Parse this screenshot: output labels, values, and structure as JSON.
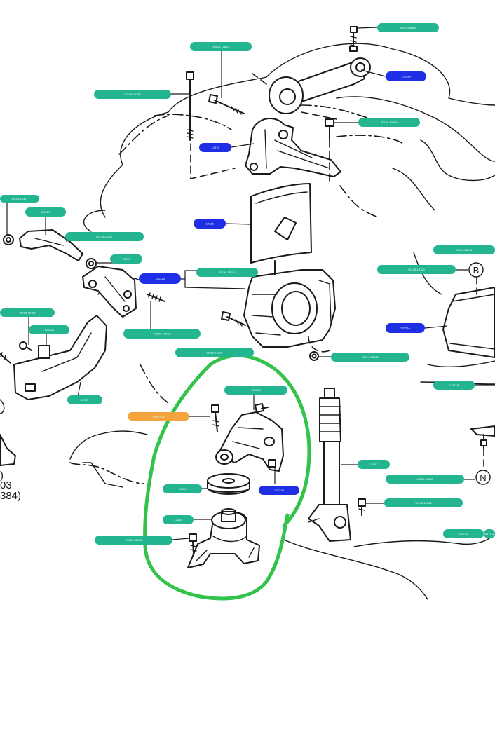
{
  "colors": {
    "teal": "#23b58f",
    "blue": "#1f2fe6",
    "orange": "#f3a43c",
    "highlight": "#33c24a",
    "ink": "#1a1a1a"
  },
  "callouts": {
    "c1": {
      "text": "90119-08688",
      "color": "teal"
    },
    "c2": {
      "text": "90119-10622",
      "color": "teal"
    },
    "c3": {
      "text": "12363A",
      "color": "blue"
    },
    "c4": {
      "text": "90119-10798",
      "color": "teal"
    },
    "c5": {
      "text": "90109-10403",
      "color": "teal"
    },
    "c6": {
      "text": "12315",
      "color": "blue"
    },
    "c7": {
      "text": "12316",
      "color": "blue"
    },
    "c8": {
      "text": "90119-10327",
      "color": "teal"
    },
    "c9": {
      "text": "12372G",
      "color": "teal"
    },
    "c10": {
      "text": "90179-10167",
      "color": "teal"
    },
    "c11": {
      "text": "12371",
      "color": "teal"
    },
    "c12": {
      "text": "12371A",
      "color": "blue"
    },
    "c13": {
      "text": "90126-10010",
      "color": "teal"
    },
    "c14": {
      "text": "90119-10251",
      "color": "teal"
    },
    "c15": {
      "text": "90105-10305",
      "color": "teal"
    },
    "c16": {
      "text": "90119-08459",
      "color": "teal"
    },
    "c17": {
      "text": "12372A",
      "color": "teal"
    },
    "c18": {
      "text": "90105-10311",
      "color": "teal"
    },
    "c19": {
      "text": "12321A",
      "color": "blue"
    },
    "c20": {
      "text": "90179-08123",
      "color": "teal"
    },
    "c21": {
      "text": "90119-10201",
      "color": "teal"
    },
    "c22": {
      "text": "12372",
      "color": "teal"
    },
    "c23": {
      "text": "12311B",
      "color": "teal"
    },
    "c24": {
      "text": "12372A",
      "color": "teal"
    },
    "c25": {
      "text": "90105-10",
      "color": "orange"
    },
    "c26": {
      "text": "12361",
      "color": "teal"
    },
    "c27": {
      "text": "12371B",
      "color": "blue"
    },
    "c28": {
      "text": "12361",
      "color": "teal"
    },
    "c29": {
      "text": "12367",
      "color": "teal"
    },
    "c30": {
      "text": "90119-12196",
      "color": "teal"
    },
    "c31": {
      "text": "90105-10321",
      "color": "teal"
    },
    "c32": {
      "text": "90119-12138",
      "color": "teal"
    },
    "c33": {
      "text": "12372A",
      "color": "teal"
    },
    "c34": {
      "text": "90179-10",
      "color": "teal"
    }
  },
  "refs": {
    "b": "B",
    "n": "N"
  },
  "fragments": {
    "f1": ")",
    "f2": "03",
    "f3": "384)"
  }
}
